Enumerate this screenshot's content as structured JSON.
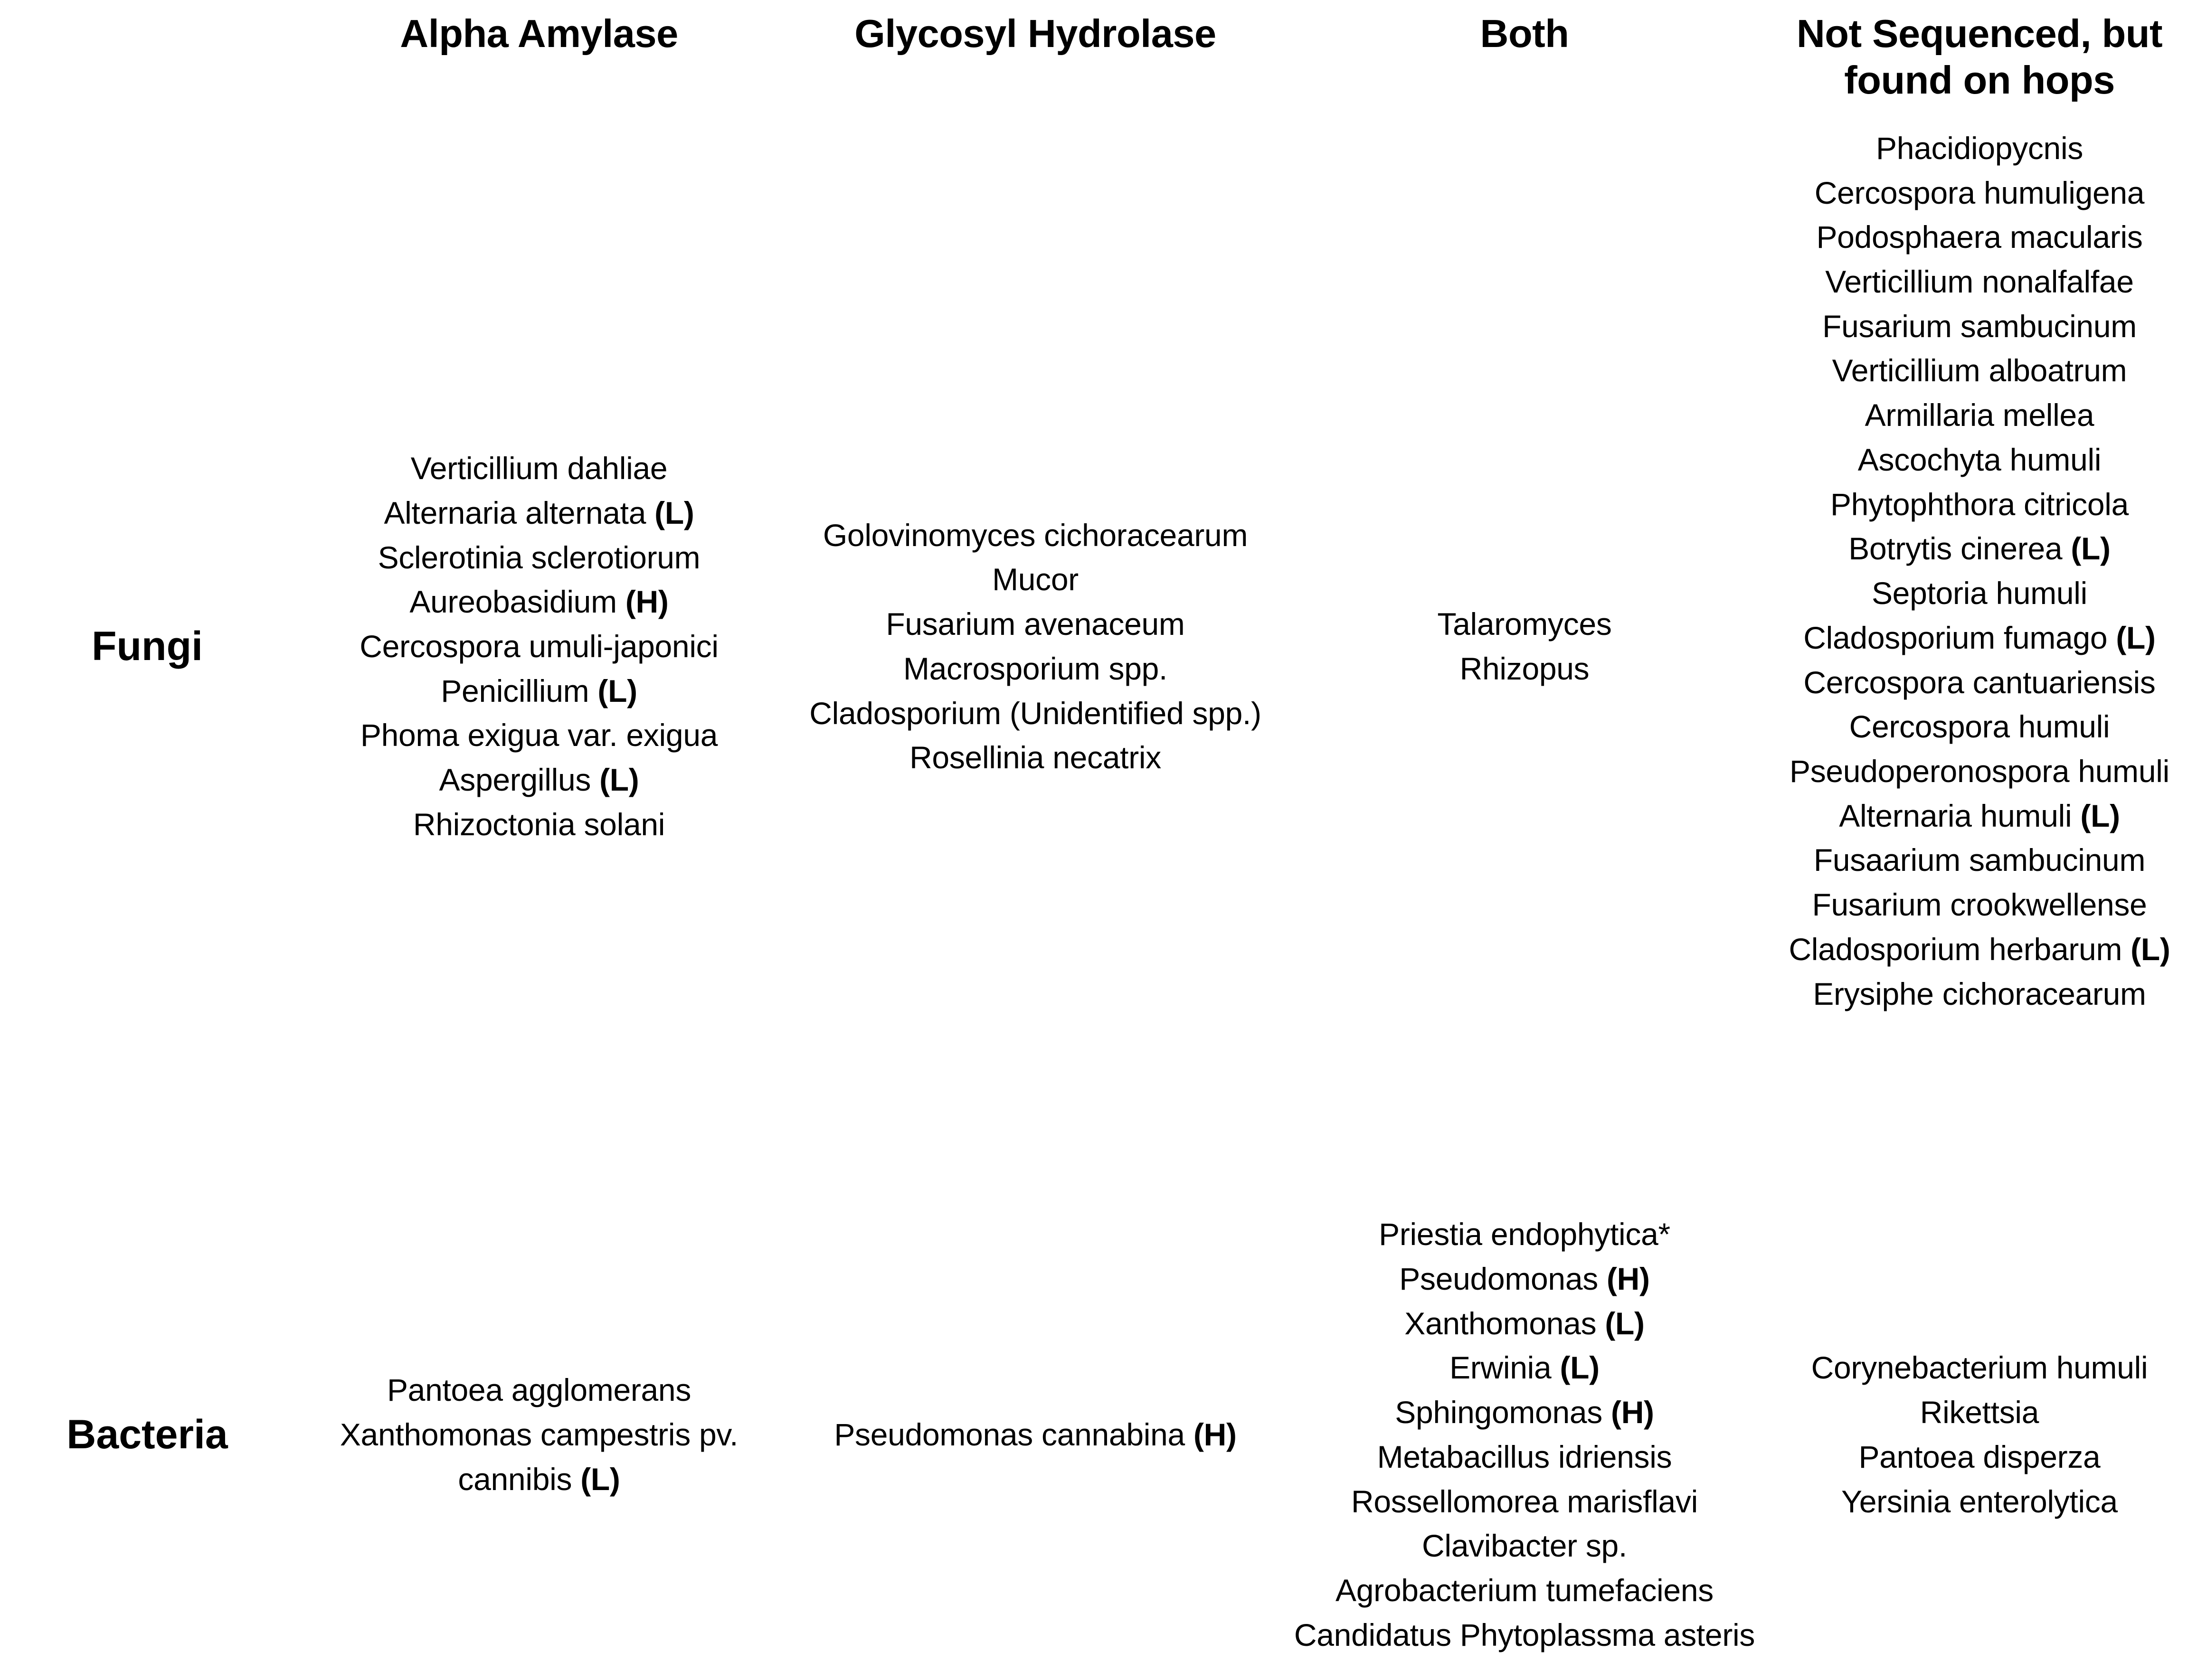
{
  "table": {
    "columns": [
      {
        "key": "row_label",
        "label": ""
      },
      {
        "key": "alpha_amylase",
        "label": "Alpha Amylase"
      },
      {
        "key": "glycosyl_hydrolase",
        "label": "Glycosyl Hydrolase"
      },
      {
        "key": "both",
        "label": "Both"
      },
      {
        "key": "not_sequenced",
        "label": "Not Sequenced, but found on hops"
      }
    ],
    "rows": [
      {
        "key": "fungi",
        "label": "Fungi"
      },
      {
        "key": "bacteria",
        "label": "Bacteria"
      }
    ],
    "cells": {
      "fungi": {
        "alpha_amylase": [
          {
            "name": "Verticillium dahliae",
            "tag": ""
          },
          {
            "name": "Alternaria alternata",
            "tag": "(L)"
          },
          {
            "name": "Sclerotinia sclerotiorum",
            "tag": ""
          },
          {
            "name": "Aureobasidium",
            "tag": "(H)"
          },
          {
            "name": "Cercospora umuli-japonici",
            "tag": ""
          },
          {
            "name": "Penicillium",
            "tag": "(L)"
          },
          {
            "name": "Phoma exigua var. exigua",
            "tag": ""
          },
          {
            "name": "Aspergillus",
            "tag": "(L)"
          },
          {
            "name": "Rhizoctonia solani",
            "tag": ""
          }
        ],
        "glycosyl_hydrolase": [
          {
            "name": "Golovinomyces cichoracearum",
            "tag": ""
          },
          {
            "name": "Mucor",
            "tag": ""
          },
          {
            "name": "Fusarium avenaceum",
            "tag": ""
          },
          {
            "name": "Macrosporium spp.",
            "tag": ""
          },
          {
            "name": "Cladosporium (Unidentified spp.)",
            "tag": ""
          },
          {
            "name": "Rosellinia necatrix",
            "tag": ""
          }
        ],
        "both": [
          {
            "name": "Talaromyces",
            "tag": ""
          },
          {
            "name": "Rhizopus",
            "tag": ""
          }
        ],
        "not_sequenced": [
          {
            "name": "Phacidiopycnis",
            "tag": ""
          },
          {
            "name": "Cercospora humuligena",
            "tag": ""
          },
          {
            "name": "Podosphaera macularis",
            "tag": ""
          },
          {
            "name": "Verticillium nonalfalfae",
            "tag": ""
          },
          {
            "name": "Fusarium sambucinum",
            "tag": ""
          },
          {
            "name": "Verticillium alboatrum",
            "tag": ""
          },
          {
            "name": "Armillaria mellea",
            "tag": ""
          },
          {
            "name": "Ascochyta humuli",
            "tag": ""
          },
          {
            "name": "Phytophthora citricola",
            "tag": ""
          },
          {
            "name": "Botrytis cinerea",
            "tag": "(L)"
          },
          {
            "name": "Septoria humuli",
            "tag": ""
          },
          {
            "name": "Cladosporium fumago",
            "tag": "(L)"
          },
          {
            "name": "Cercospora cantuariensis",
            "tag": ""
          },
          {
            "name": "Cercospora humuli",
            "tag": ""
          },
          {
            "name": "Pseudoperonospora humuli",
            "tag": ""
          },
          {
            "name": "Alternaria humuli",
            "tag": "(L)"
          },
          {
            "name": "Fusaarium sambucinum",
            "tag": ""
          },
          {
            "name": "Fusarium crookwellense",
            "tag": ""
          },
          {
            "name": "Cladosporium herbarum",
            "tag": "(L)"
          },
          {
            "name": "Erysiphe cichoracearum",
            "tag": ""
          }
        ]
      },
      "bacteria": {
        "alpha_amylase": [
          {
            "name": "Pantoea agglomerans",
            "tag": ""
          },
          {
            "name": "Xanthomonas campestris pv. cannibis",
            "tag": "(L)"
          }
        ],
        "glycosyl_hydrolase": [
          {
            "name": "Pseudomonas cannabina",
            "tag": "(H)"
          }
        ],
        "both": [
          {
            "name": "Priestia endophytica*",
            "tag": ""
          },
          {
            "name": "Pseudomonas",
            "tag": "(H)"
          },
          {
            "name": "Xanthomonas",
            "tag": "(L)"
          },
          {
            "name": "Erwinia",
            "tag": "(L)"
          },
          {
            "name": "Sphingomonas",
            "tag": "(H)"
          },
          {
            "name": "Metabacillus idriensis",
            "tag": ""
          },
          {
            "name": "Rossellomorea marisflavi",
            "tag": ""
          },
          {
            "name": "Clavibacter sp.",
            "tag": ""
          },
          {
            "name": "Agrobacterium tumefaciens",
            "tag": ""
          },
          {
            "name": "Candidatus Phytoplassma asteris",
            "tag": ""
          }
        ],
        "not_sequenced": [
          {
            "name": "Corynebacterium humuli",
            "tag": ""
          },
          {
            "name": "Rikettsia",
            "tag": ""
          },
          {
            "name": "Pantoea disperza",
            "tag": ""
          },
          {
            "name": "Yersinia enterolytica",
            "tag": ""
          }
        ]
      }
    }
  },
  "colors": {
    "text": "#000000",
    "background": "#ffffff"
  }
}
